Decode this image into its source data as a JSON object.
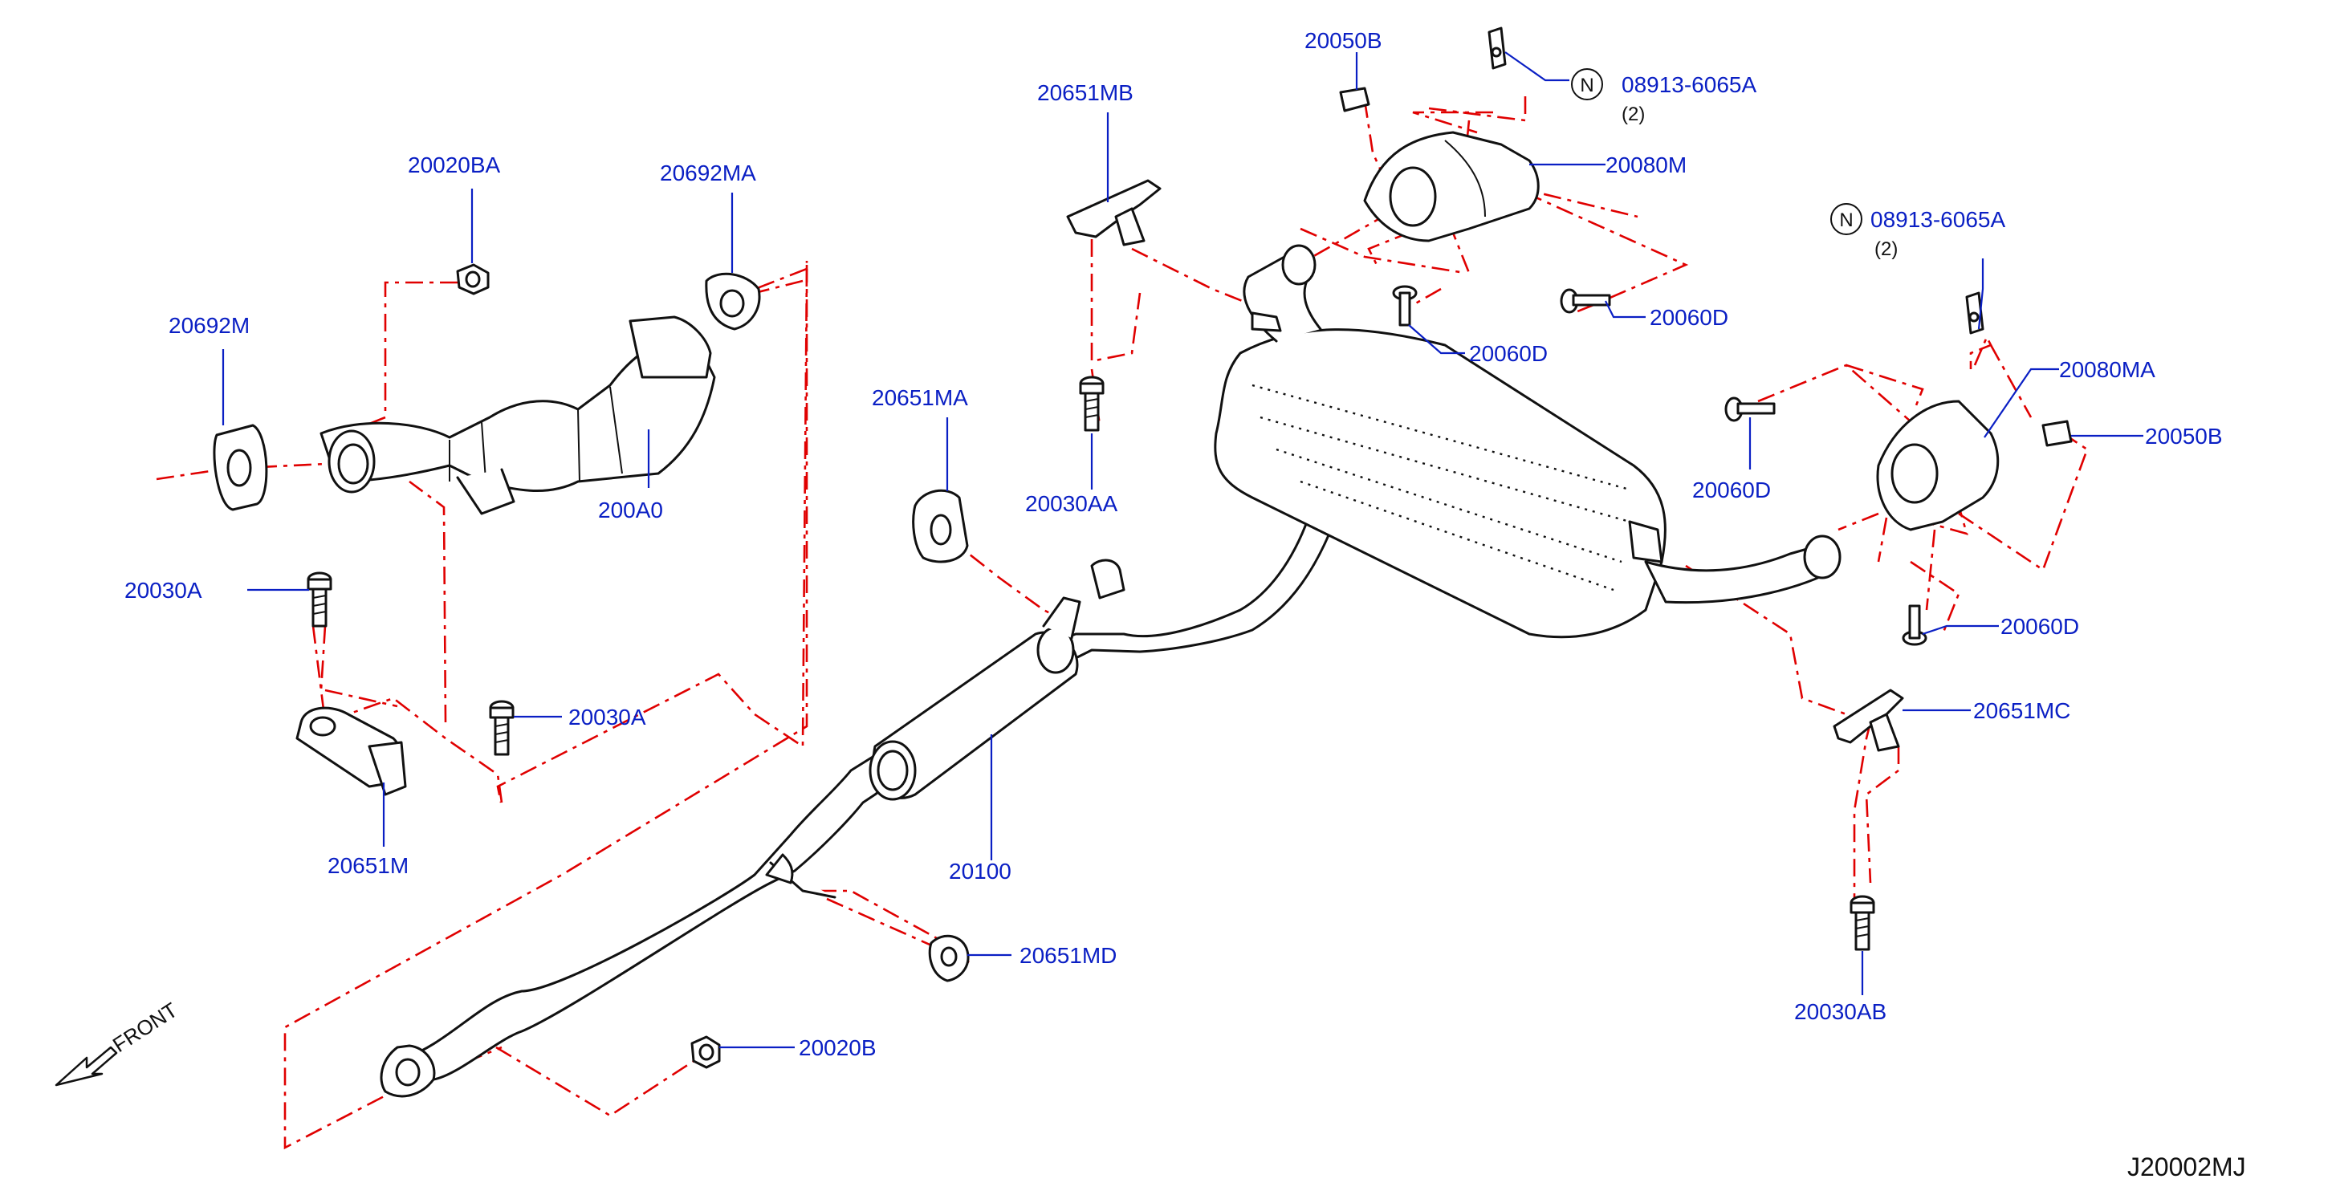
{
  "parts": {
    "p20020BA": "20020BA",
    "p20692MA": "20692MA",
    "p20692M": "20692M",
    "p200A0": "200A0",
    "p20030A_left": "20030A",
    "p20030A_mid": "20030A",
    "p20651M": "20651M",
    "p20651MB": "20651MB",
    "p20651MA": "20651MA",
    "p20030AA": "20030AA",
    "p20050B_top": "20050B",
    "p08913_top": "08913-6065A",
    "qty_top": "(2)",
    "p20080M": "20080M",
    "p20060D_a": "20060D",
    "p20060D_b": "20060D",
    "p08913_right": "08913-6065A",
    "qty_right": "(2)",
    "p20080MA": "20080MA",
    "p20050B_right": "20050B",
    "p20060D_c": "20060D",
    "p20060D_d": "20060D",
    "p20651MC": "20651MC",
    "p20100": "20100",
    "p20651MD": "20651MD",
    "p20020B": "20020B",
    "p20030AB": "20030AB"
  },
  "nut_symbol": "N",
  "front_label": "FRONT",
  "diagram_id": "J20002MJ"
}
